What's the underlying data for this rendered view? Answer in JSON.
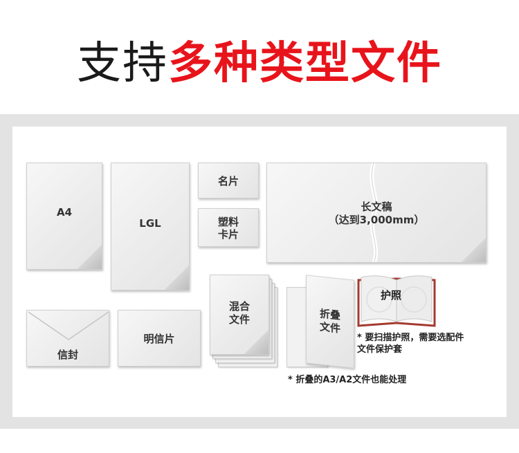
{
  "headline": {
    "dark_part": "支持",
    "red_part": "多种类型文件",
    "accent_color": "#e8141b"
  },
  "documents": {
    "a4": "A4",
    "lgl": "LGL",
    "business_card": "名片",
    "plastic_card_line1": "塑料",
    "plastic_card_line2": "卡片",
    "long_doc_line1": "长文稿",
    "long_doc_line2": "（达到3,000mm）",
    "envelope": "信封",
    "postcard": "明信片",
    "mixed_line1": "混合",
    "mixed_line2": "文件",
    "folded_line1": "折叠",
    "folded_line2": "文件",
    "passport": "护照"
  },
  "notes": {
    "passport_line1": "* 要扫描护照，需要选配件",
    "passport_line2": "文件保护套",
    "folded": "* 折叠的A3/A2文件也能处理"
  }
}
